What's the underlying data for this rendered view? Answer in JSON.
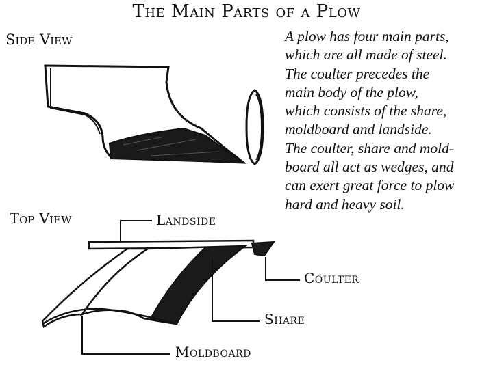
{
  "title": "The Main Parts of a Plow",
  "side_view_label": "Side View",
  "top_view_label": "Top View",
  "parts": {
    "landside": "Landside",
    "coulter": "Coulter",
    "share": "Share",
    "moldboard": "Moldboard"
  },
  "description_lines": [
    "A plow has four main parts,",
    "which are all made of steel.",
    "The coulter precedes the",
    "main body of the plow,",
    "which consists of the share,",
    "moldboard and landside.",
    "The coulter, share and mold-",
    "board all act as wedges, and",
    "can exert great force to plow",
    "hard and heavy soil."
  ]
}
